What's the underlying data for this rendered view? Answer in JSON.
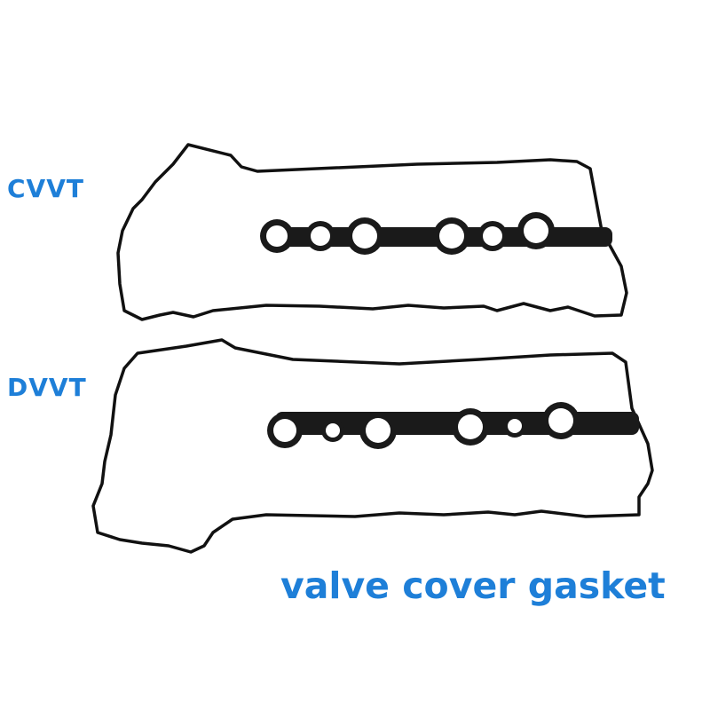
{
  "labels": {
    "top_variant": "CVVT",
    "bottom_variant": "DVVT"
  },
  "caption": "valve cover gasket",
  "colors": {
    "text": "#1e7fd8",
    "gasket": "#111111",
    "background": "#ffffff"
  }
}
